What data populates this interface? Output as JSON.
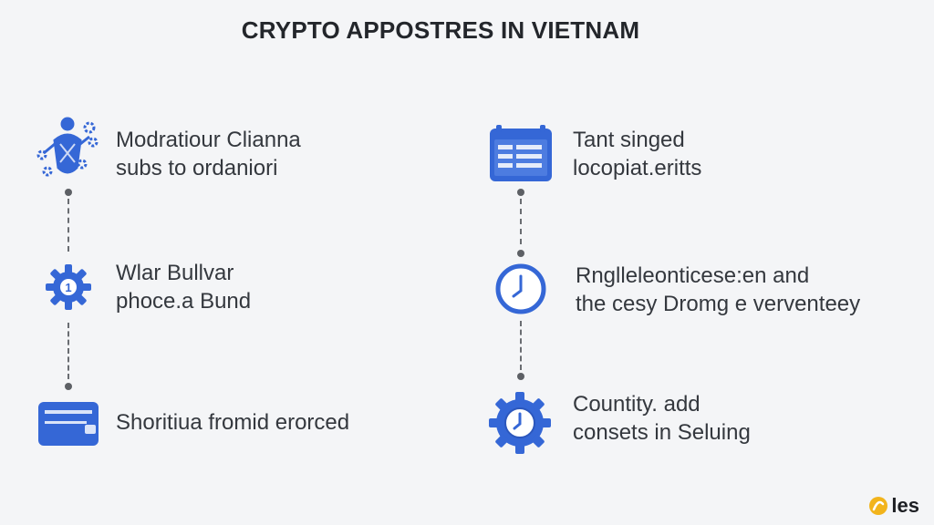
{
  "title": "CRYPTO APPOSTRES IN VIETNAM",
  "left_column": [
    {
      "icon": "person-gears-icon",
      "lines": [
        "Modratiour Clianna",
        "subs to ordaniori"
      ]
    },
    {
      "icon": "gear-icon",
      "lines": [
        "Wlar Bullvar",
        "phoce.a Bund"
      ]
    },
    {
      "icon": "credit-card-icon",
      "lines": [
        "Shoritiua fromid erorced"
      ]
    }
  ],
  "right_column": [
    {
      "icon": "calendar-list-icon",
      "lines": [
        "Tant singed",
        "locopiat.eritts"
      ]
    },
    {
      "icon": "clock-icon",
      "lines": [
        "Rnglleleonticese:en and",
        "the cesy Dromg e verventeey"
      ]
    },
    {
      "icon": "gear-clock-icon",
      "lines": [
        "Countity. add",
        "consets in Seluing"
      ]
    }
  ],
  "logo": {
    "text": "les"
  },
  "colors": {
    "accent": "#3567d6",
    "connector": "#6a6d72",
    "background": "#f4f5f7"
  }
}
